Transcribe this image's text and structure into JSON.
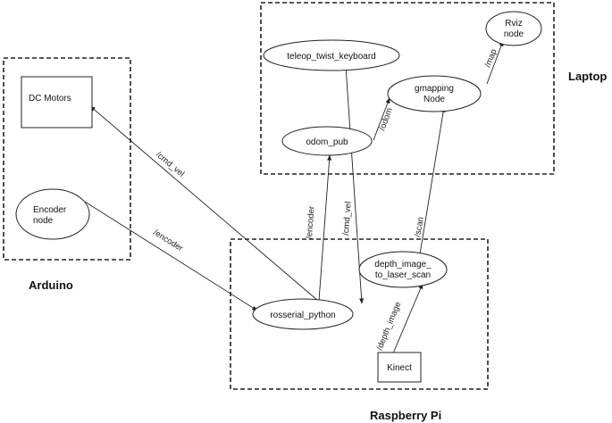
{
  "groups": {
    "laptop": "Laptop",
    "arduino": "Arduino",
    "raspberry_pi": "Raspberry Pi"
  },
  "nodes": {
    "rviz": [
      "Rviz",
      "node"
    ],
    "teleop": "teleop_twist_keyboard",
    "gmapping": [
      "gmapping",
      "Node"
    ],
    "odom_pub": "odom_pub",
    "dc_motors": "DC Motors",
    "encoder": [
      "Encoder",
      "node"
    ],
    "depth_image": [
      "depth_image_",
      "to_laser_scan"
    ],
    "rosserial": "rosserial_python",
    "kinect": "Kinect"
  },
  "edges": {
    "map": "/map",
    "odom": "/odom",
    "cmd_vel_motors": "/cmd_vel",
    "encoder_to_rosserial": "/encoder",
    "encoder_to_odom": "/encoder",
    "cmd_vel_teleop": "/cmd_vel",
    "scan": "/scan",
    "depth_image": "/depth_image"
  },
  "colors": {
    "line": "#222222",
    "background": "#ffffff"
  }
}
